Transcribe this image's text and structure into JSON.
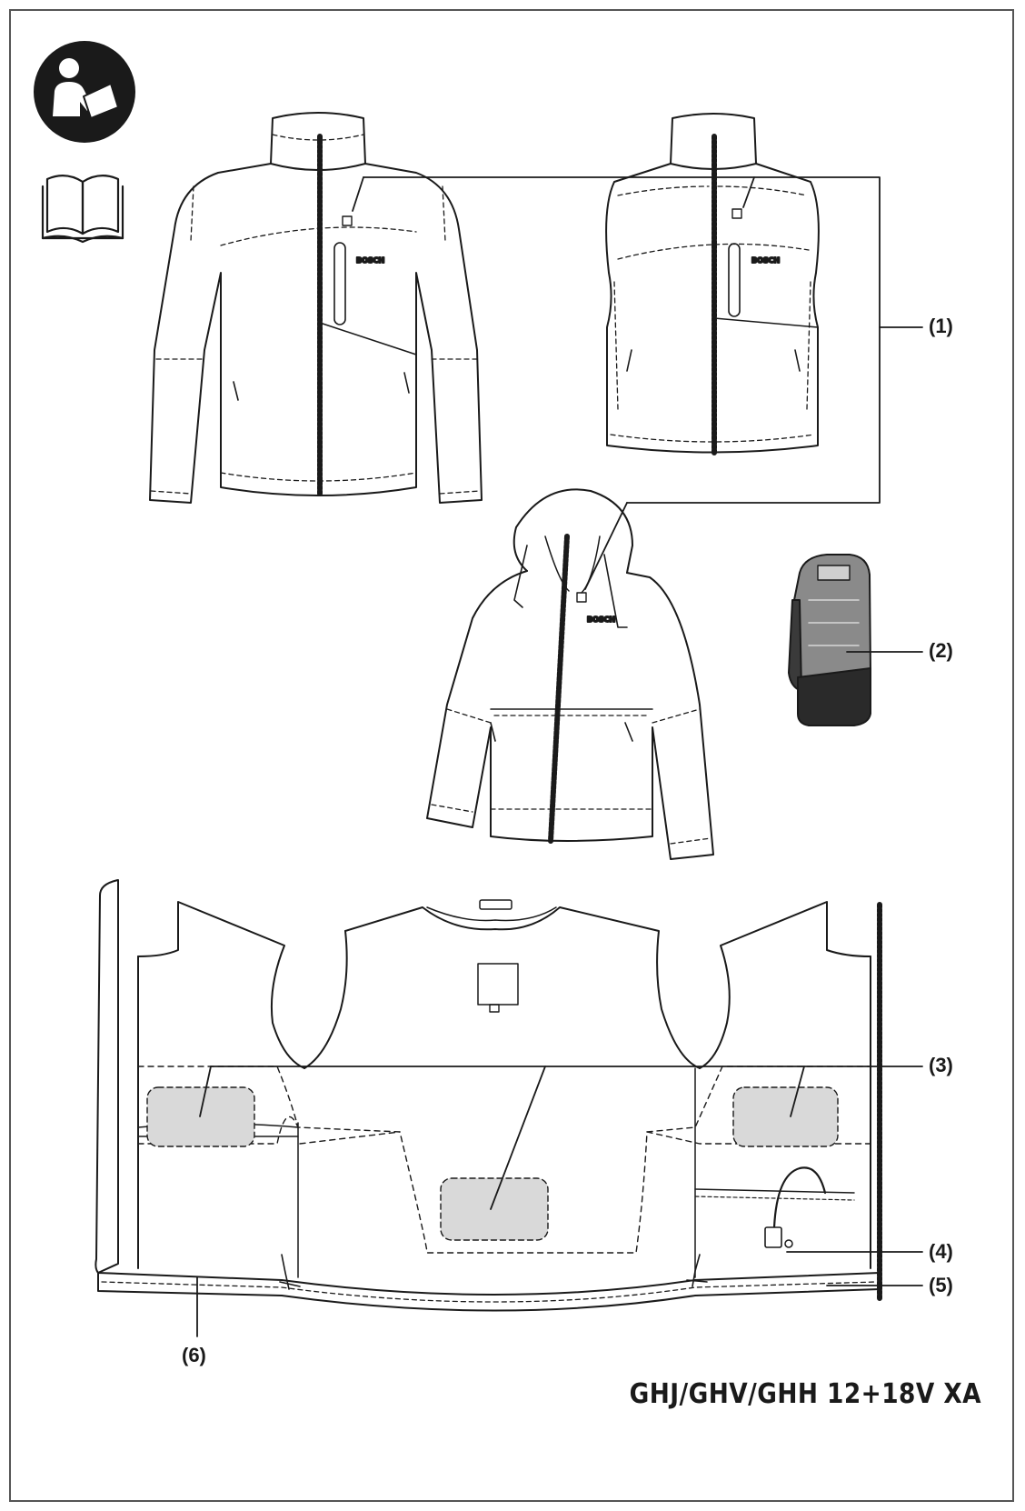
{
  "callouts": {
    "c1": "(1)",
    "c2": "(2)",
    "c3": "(3)",
    "c4": "(4)",
    "c5": "(5)",
    "c6": "(6)"
  },
  "brand_mark": "BOSCH",
  "model": "GHJ/GHV/GHH 12+18V XA",
  "icons": [
    "read-manual-icon",
    "open-book-icon"
  ],
  "colors": {
    "line": "#1a1a1a",
    "heating_zone": "#d9d9d9",
    "icon_fill": "#1a1a1a"
  }
}
